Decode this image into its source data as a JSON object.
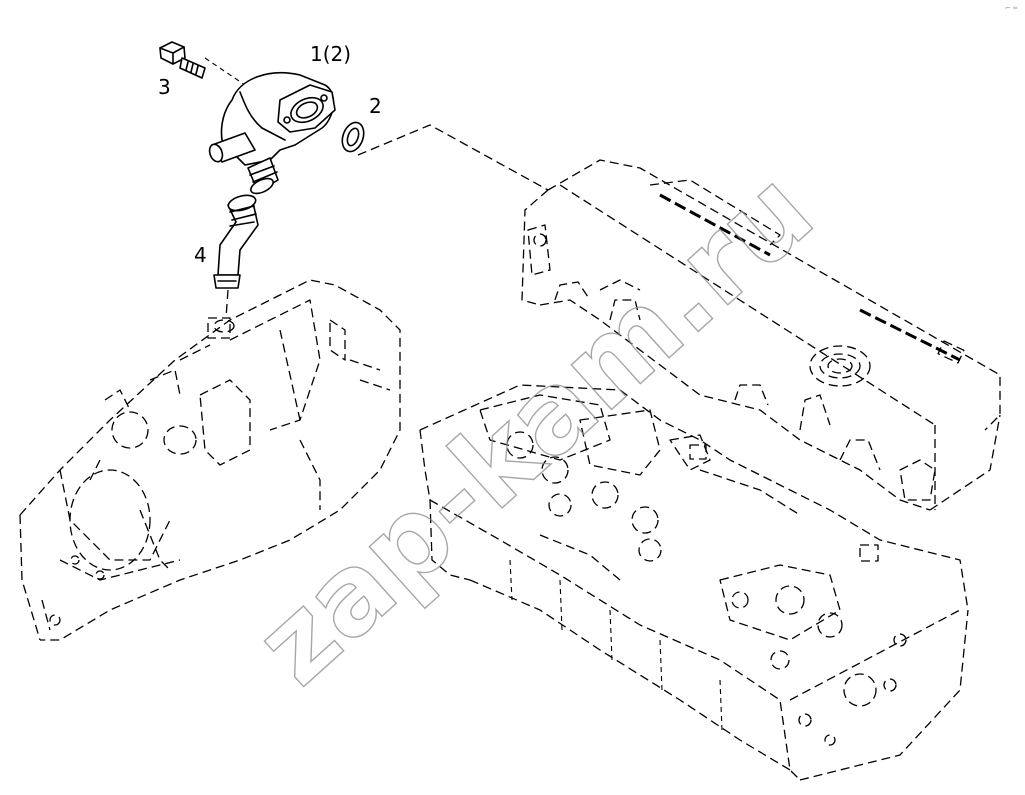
{
  "diagram": {
    "callouts": {
      "part_1": "1(2)",
      "part_2": "2",
      "part_3": "3",
      "part_4": "4"
    },
    "watermark": "zap-kam.ru",
    "colors": {
      "line": "#000000",
      "watermark": "#8a8a8a",
      "background": "#ffffff"
    }
  }
}
